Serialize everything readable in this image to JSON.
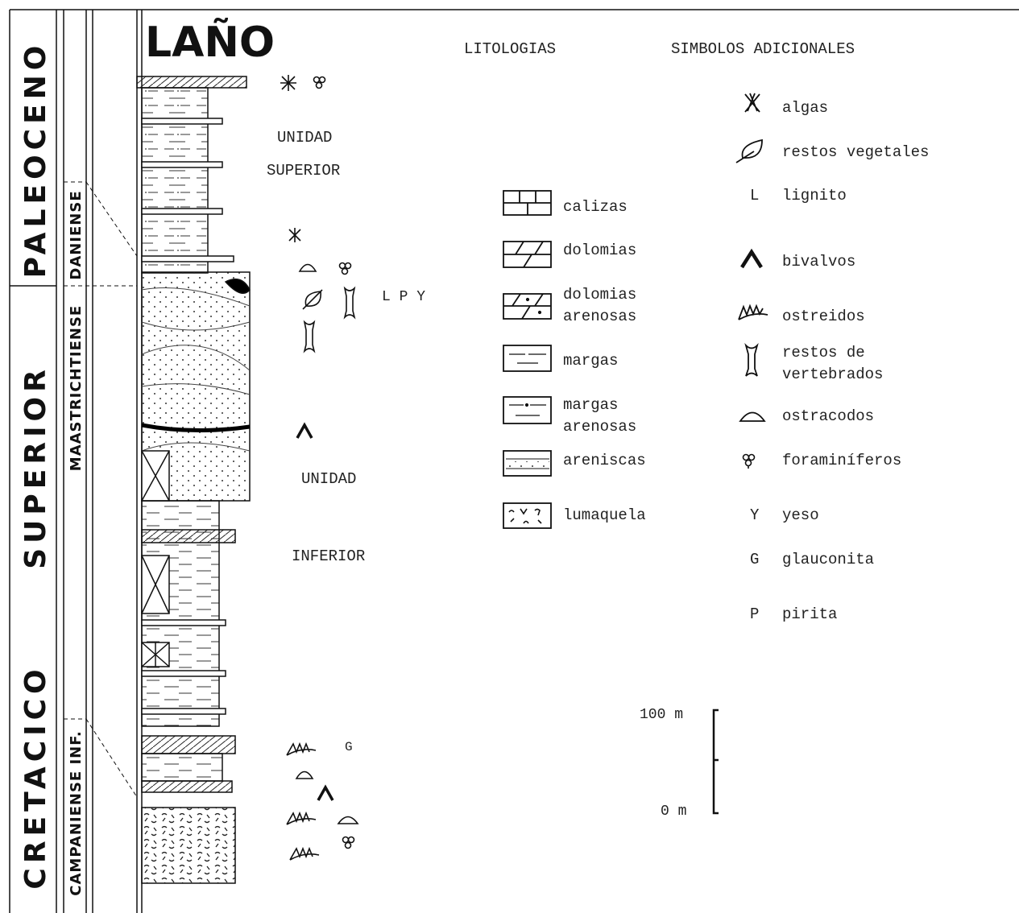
{
  "title": "LAÑO",
  "column_headers": {
    "lithologies": "LITOLOGIAS",
    "symbols": "SIMBOLOS ADICIONALES"
  },
  "periods": [
    {
      "id": "paleoceno",
      "label": "PALEOCENO"
    },
    {
      "id": "superior",
      "label": "SUPERIOR"
    },
    {
      "id": "cretacico",
      "label": "CRETACICO"
    }
  ],
  "stages": [
    {
      "id": "daniense",
      "label": "DANIENSE"
    },
    {
      "id": "maastrichtiense",
      "label": "MAASTRICHTIENSE"
    },
    {
      "id": "campaniense",
      "label": "CAMPANIENSE INF."
    }
  ],
  "units": {
    "upper_line1": "UNIDAD",
    "upper_line2": "SUPERIOR",
    "lower_line1": "UNIDAD",
    "lower_line2": "INFERIOR"
  },
  "column_annotations": {
    "lpy": "L P Y",
    "g": "G"
  },
  "lithology_legend": [
    {
      "id": "calizas",
      "lines": [
        "calizas"
      ]
    },
    {
      "id": "dolomias",
      "lines": [
        "dolomias"
      ]
    },
    {
      "id": "dolomias-arenosas",
      "lines": [
        "dolomias",
        "arenosas"
      ]
    },
    {
      "id": "margas",
      "lines": [
        "margas"
      ]
    },
    {
      "id": "margas-arenosas",
      "lines": [
        "margas",
        "arenosas"
      ]
    },
    {
      "id": "areniscas",
      "lines": [
        "areniscas"
      ]
    },
    {
      "id": "lumaquela",
      "lines": [
        "lumaquela"
      ]
    }
  ],
  "symbol_legend": [
    {
      "id": "algas",
      "icon": "algae-icon",
      "lines": [
        "algas"
      ]
    },
    {
      "id": "restos-vegetales",
      "icon": "leaf-icon",
      "lines": [
        "restos vegetales"
      ]
    },
    {
      "id": "lignito",
      "letter": "L",
      "lines": [
        "lignito"
      ]
    },
    {
      "id": "bivalvos",
      "icon": "bivalve-icon",
      "lines": [
        "bivalvos"
      ]
    },
    {
      "id": "ostreidos",
      "icon": "oyster-icon",
      "lines": [
        "ostreidos"
      ]
    },
    {
      "id": "vertebrados",
      "icon": "bone-icon",
      "lines": [
        "restos de",
        "vertebrados"
      ]
    },
    {
      "id": "ostracodos",
      "icon": "ostracod-icon",
      "lines": [
        "ostracodos"
      ]
    },
    {
      "id": "foraminiferos",
      "icon": "foraminifera-icon",
      "lines": [
        "foraminíferos"
      ]
    },
    {
      "id": "yeso",
      "letter": "Y",
      "lines": [
        "yeso"
      ]
    },
    {
      "id": "glauconita",
      "letter": "G",
      "lines": [
        "glauconita"
      ]
    },
    {
      "id": "pirita",
      "letter": "P",
      "lines": [
        "pirita"
      ]
    }
  ],
  "scale_bar": {
    "top_label": "100 m",
    "bottom_label": "0 m"
  }
}
